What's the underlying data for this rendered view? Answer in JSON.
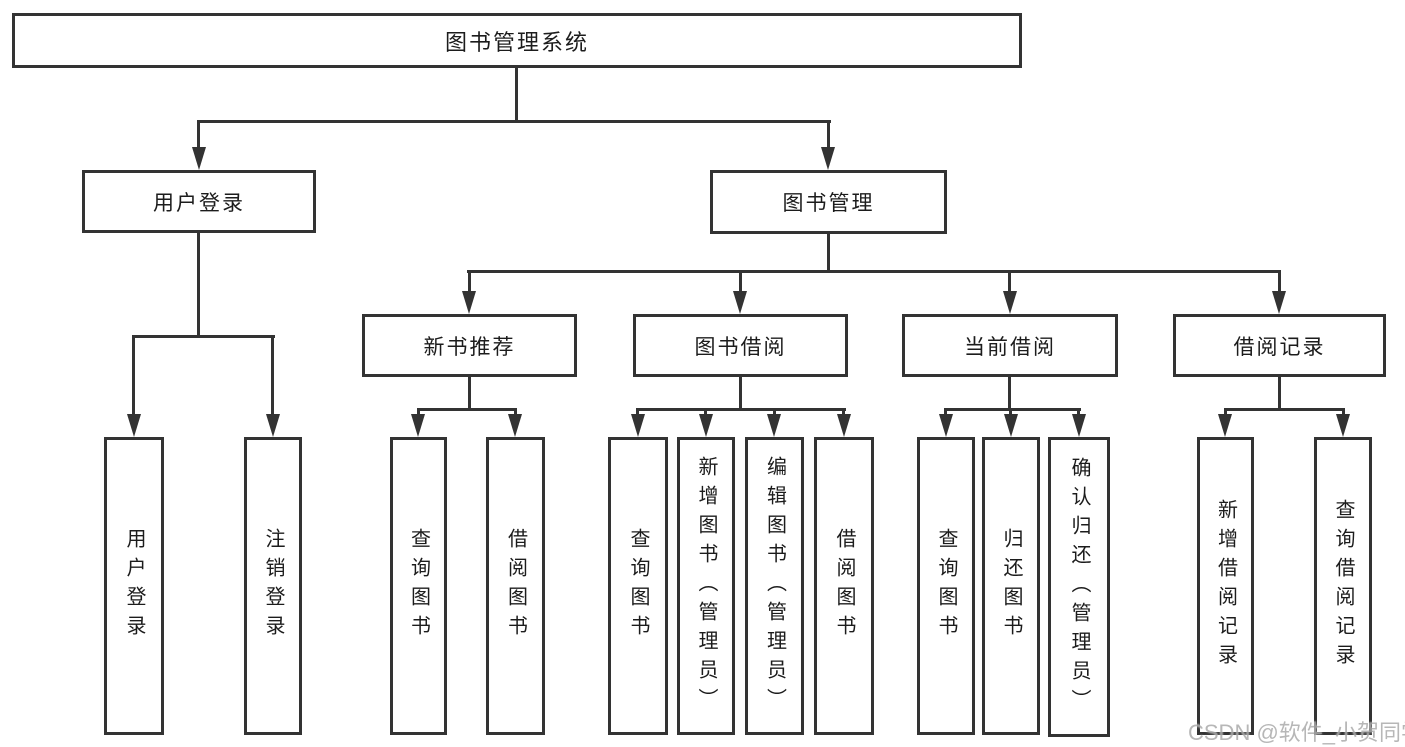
{
  "colors": {
    "line": "#333333",
    "text": "#1c1c1c",
    "background": "#ffffff",
    "watermark_text": "#ababab"
  },
  "nodes": {
    "root": {
      "label": "图书管理系统"
    },
    "user_login": {
      "label": "用户登录",
      "children": [
        {
          "label": "用户登录"
        },
        {
          "label": "注销登录"
        }
      ]
    },
    "book_mgmt": {
      "label": "图书管理"
    },
    "new_book": {
      "label": "新书推荐",
      "children": [
        {
          "label": "查询图书"
        },
        {
          "label": "借阅图书"
        }
      ]
    },
    "book_borrow": {
      "label": "图书借阅",
      "children": [
        {
          "label": "查询图书"
        },
        {
          "label": "新增图书（管理员）"
        },
        {
          "label": "编辑图书（管理员）"
        },
        {
          "label": "借阅图书"
        }
      ]
    },
    "current_borrow": {
      "label": "当前借阅",
      "children": [
        {
          "label": "查询图书"
        },
        {
          "label": "归还图书"
        },
        {
          "label": "确认归还（管理员）"
        }
      ]
    },
    "borrow_record": {
      "label": "借阅记录",
      "children": [
        {
          "label": "新增借阅记录"
        },
        {
          "label": "查询借阅记录"
        }
      ]
    }
  },
  "watermark": {
    "text": "CSDN @软件_小贺同学"
  }
}
